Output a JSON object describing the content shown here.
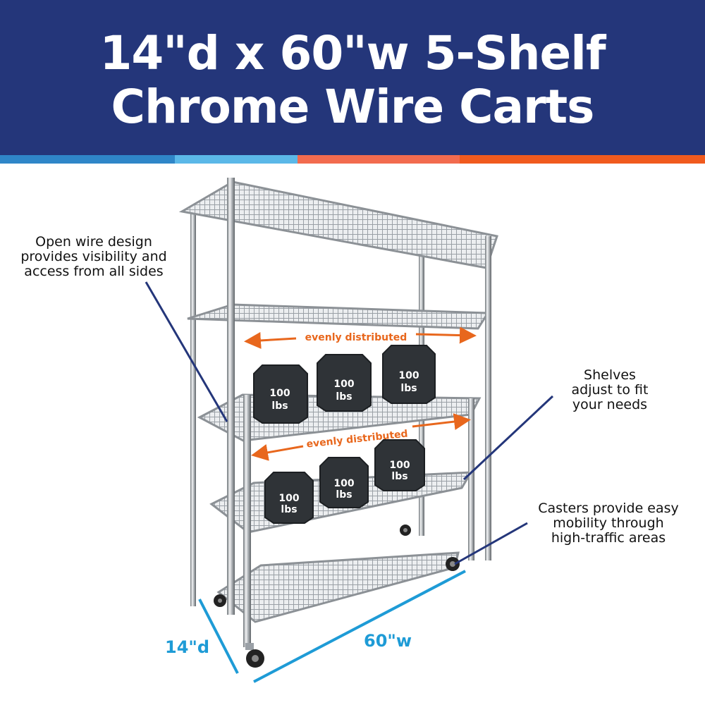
{
  "header": {
    "title_line1": "14\"d x 60\"w 5-Shelf",
    "title_line2": "Chrome Wire Carts"
  },
  "stripe_colors": [
    "#2f86c8",
    "#5bb8e8",
    "#f26b4f",
    "#f05a1e"
  ],
  "callouts": {
    "wire_design": [
      "Open wire design",
      "provides visibility and",
      "access from all sides"
    ],
    "shelves": [
      "Shelves",
      "adjust to fit",
      "your needs"
    ],
    "casters": [
      "Casters provide easy",
      "mobility through",
      "high-traffic areas"
    ]
  },
  "annotations": {
    "evenly_distributed_upper": "evenly distributed",
    "evenly_distributed_lower": "evenly distributed"
  },
  "weights": {
    "upper": [
      {
        "line1": "100",
        "line2": "lbs"
      },
      {
        "line1": "100",
        "line2": "lbs"
      },
      {
        "line1": "100",
        "line2": "lbs"
      }
    ],
    "lower": [
      {
        "line1": "100",
        "line2": "lbs"
      },
      {
        "line1": "100",
        "line2": "lbs"
      },
      {
        "line1": "100",
        "line2": "lbs"
      }
    ]
  },
  "dimensions": {
    "depth": "14\"d",
    "width": "60\"w"
  },
  "colors": {
    "header_bg": "#24367a",
    "dimension_blue": "#1e9bd6",
    "arrow_orange": "#e8671d",
    "pointer_navy": "#24367a"
  }
}
